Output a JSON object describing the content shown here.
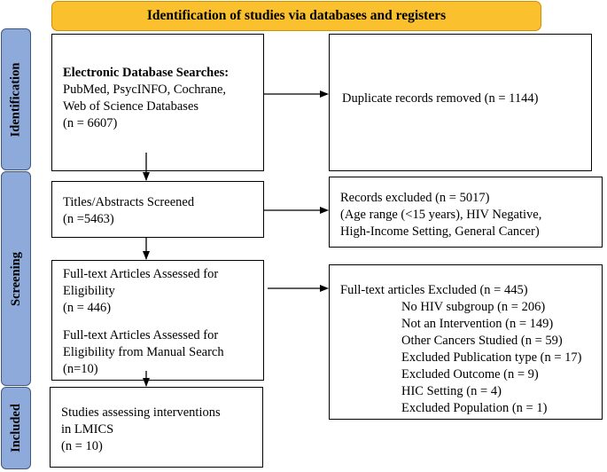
{
  "header": {
    "title": "Identification of studies via databases and registers"
  },
  "phases": {
    "identification": "Identification",
    "screening": "Screening",
    "included": "Included"
  },
  "boxes": {
    "database_searches": {
      "heading": "Electronic Database Searches:",
      "lines": [
        "PubMed, PsycINFO, Cochrane,",
        "Web of Science Databases",
        "(n = 6607)"
      ]
    },
    "duplicates": {
      "text": "Duplicate records removed (n = 1144)"
    },
    "screened": {
      "lines": [
        "Titles/Abstracts Screened",
        "(n =5463)"
      ]
    },
    "records_excluded": {
      "lines": [
        "Records excluded (n = 5017)",
        "(Age range (<15 years), HIV Negative,",
        "High-Income Setting, General Cancer)"
      ]
    },
    "fulltext_assessed": {
      "lines": [
        "Full-text Articles Assessed for",
        "Eligibility",
        "(n = 446)"
      ],
      "manual_lines": [
        "Full-text Articles Assessed for",
        "Eligibility from Manual Search",
        "(n=10)"
      ]
    },
    "fulltext_excluded": {
      "heading": "Full-text articles Excluded (n = 445)",
      "reasons": [
        "No HIV subgroup (n = 206)",
        "Not an Intervention (n = 149)",
        "Other Cancers Studied (n = 59)",
        "Excluded Publication type (n = 17)",
        "Excluded Outcome (n = 9)",
        "HIC Setting (n = 4)",
        "Excluded Population (n = 1)"
      ]
    },
    "included_studies": {
      "lines": [
        "Studies assessing interventions",
        "in LMICS",
        "(n = 10)"
      ]
    }
  }
}
